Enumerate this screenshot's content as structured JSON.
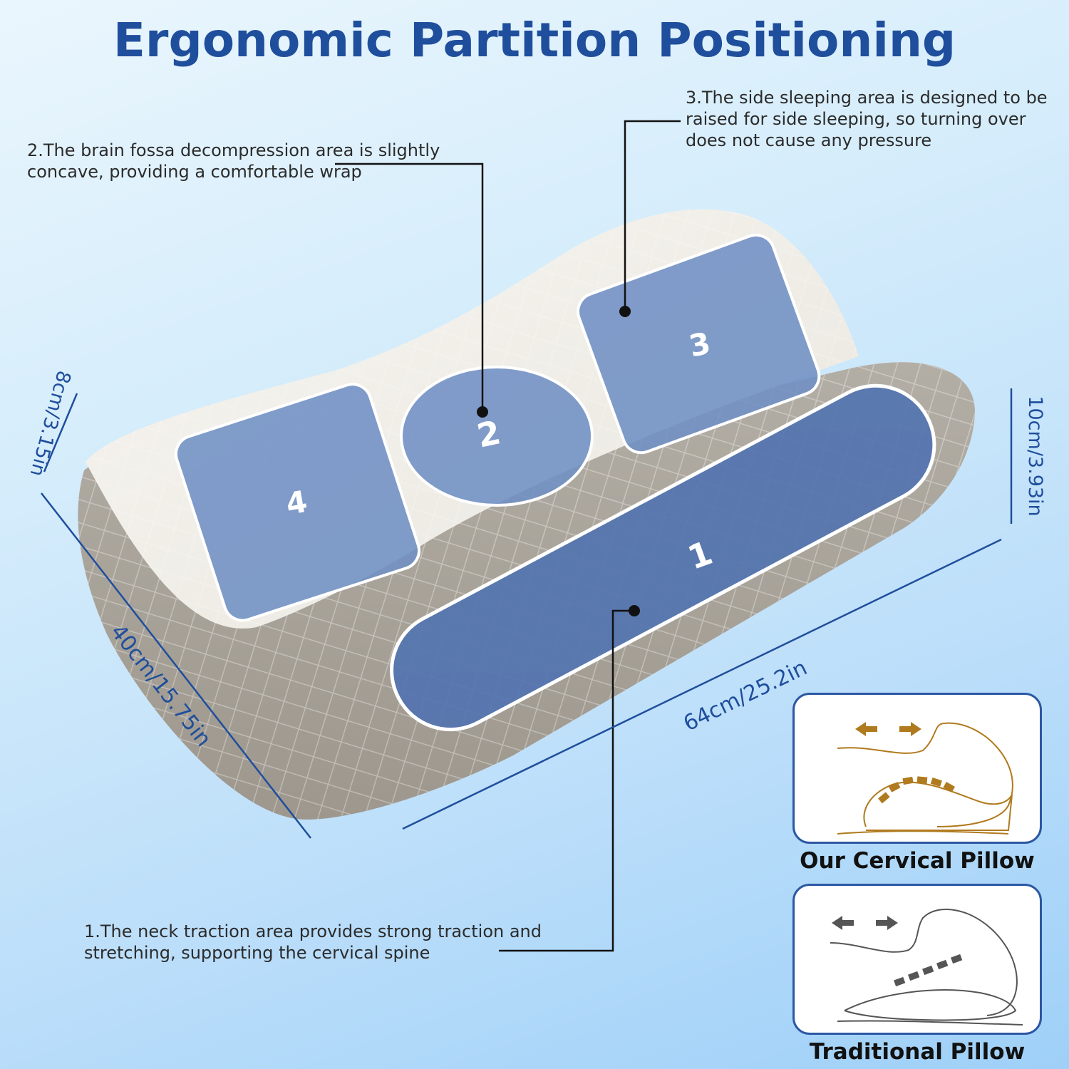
{
  "title": "Ergonomic Partition Positioning",
  "callouts": {
    "neck": "1.The neck traction area provides strong traction and stretching, supporting the cervical spine",
    "brain": "2.The brain fossa decompression area is slightly concave, providing a comfortable wrap",
    "side": "3.The side sleeping area is designed to be raised for side sleeping, so turning over does not cause any pressure"
  },
  "zones": {
    "neck": "1",
    "brain": "2",
    "side": "3",
    "back": "4"
  },
  "dimensions": {
    "height_left": "8cm/3.15in",
    "height_right": "10cm/3.93in",
    "depth": "40cm/15.75in",
    "length": "64cm/25.2in"
  },
  "comparison": {
    "ours": "Our Cervical Pillow",
    "traditional": "Traditional Pillow"
  },
  "colors": {
    "title": "#1f4e9c",
    "zone_fill": "#6f8fc4",
    "dimension_line": "#1f4e9c",
    "ours_accent": "#b07a1e",
    "traditional_accent": "#555555"
  }
}
